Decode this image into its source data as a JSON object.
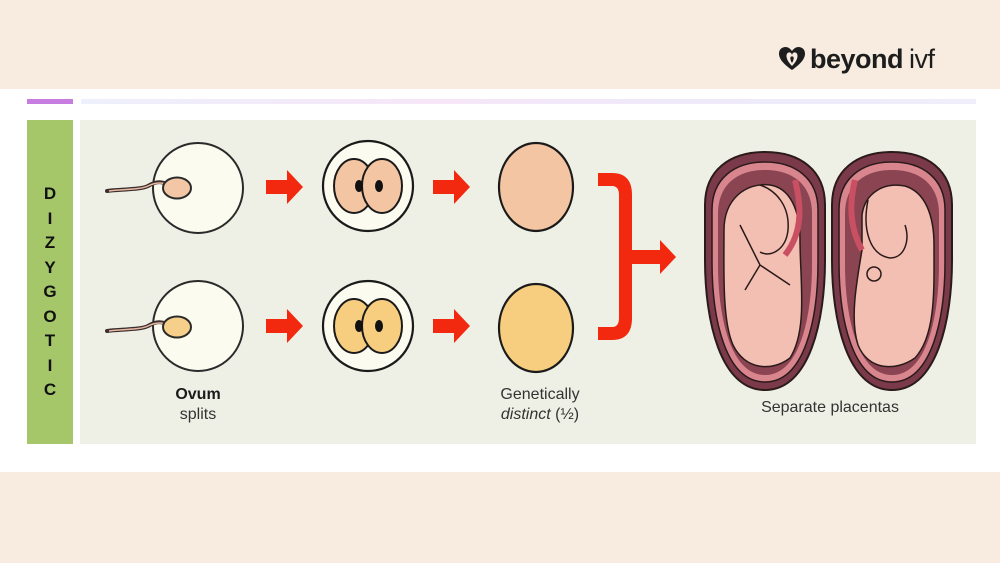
{
  "brand": {
    "logo_icon": "heart-logo-icon",
    "name_bold": "beyond",
    "name_light": "ivf"
  },
  "sidebar": {
    "title": "DIZYGOTIC",
    "letters": [
      "D",
      "I",
      "Z",
      "Y",
      "G",
      "O",
      "T",
      "I",
      "C"
    ],
    "color": "#a6c66a"
  },
  "stages": [
    {
      "title": "Ovum",
      "subtitle": "splits"
    },
    {
      "title": "Genetically",
      "subtitle_italic": "distinct",
      "subtitle_suffix": " (½)"
    },
    {
      "title": "Separate placentas"
    }
  ],
  "rows": [
    {
      "name": "top",
      "egg_color": "#f3c6a6",
      "zygote_color": "#f4c5a2"
    },
    {
      "name": "bottom",
      "egg_color": "#f6d08a",
      "zygote_color": "#f7cd7f"
    }
  ],
  "colors": {
    "arrow": "#f2280f",
    "page_bg": "#f8ebdf",
    "panel_bg": "#eff0e5",
    "accent": "#c77de0"
  }
}
